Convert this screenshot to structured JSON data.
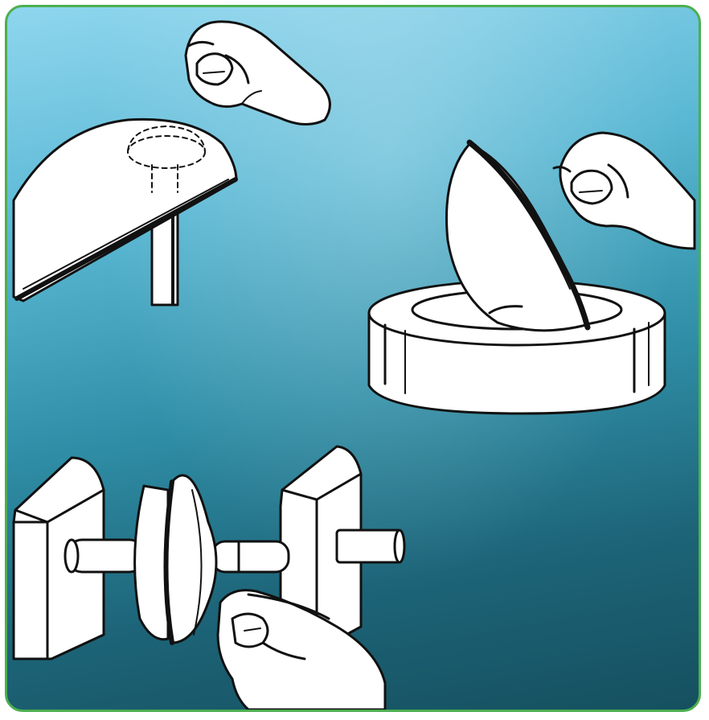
{
  "palette": {
    "border": "#4caf50",
    "sky_top": "#8fd6ee",
    "sky_bottom": "#15505f",
    "ink": "#111111",
    "paper": "#ffffff"
  },
  "illustrations": [
    {
      "name": "dome-on-post-with-hand",
      "icon": "hemisphere-support-icon"
    },
    {
      "name": "hemisphere-on-round-base-with-hand",
      "icon": "hemisphere-pedestal-icon"
    },
    {
      "name": "lens-between-clamps-with-hand",
      "icon": "lens-clamp-icon"
    }
  ]
}
